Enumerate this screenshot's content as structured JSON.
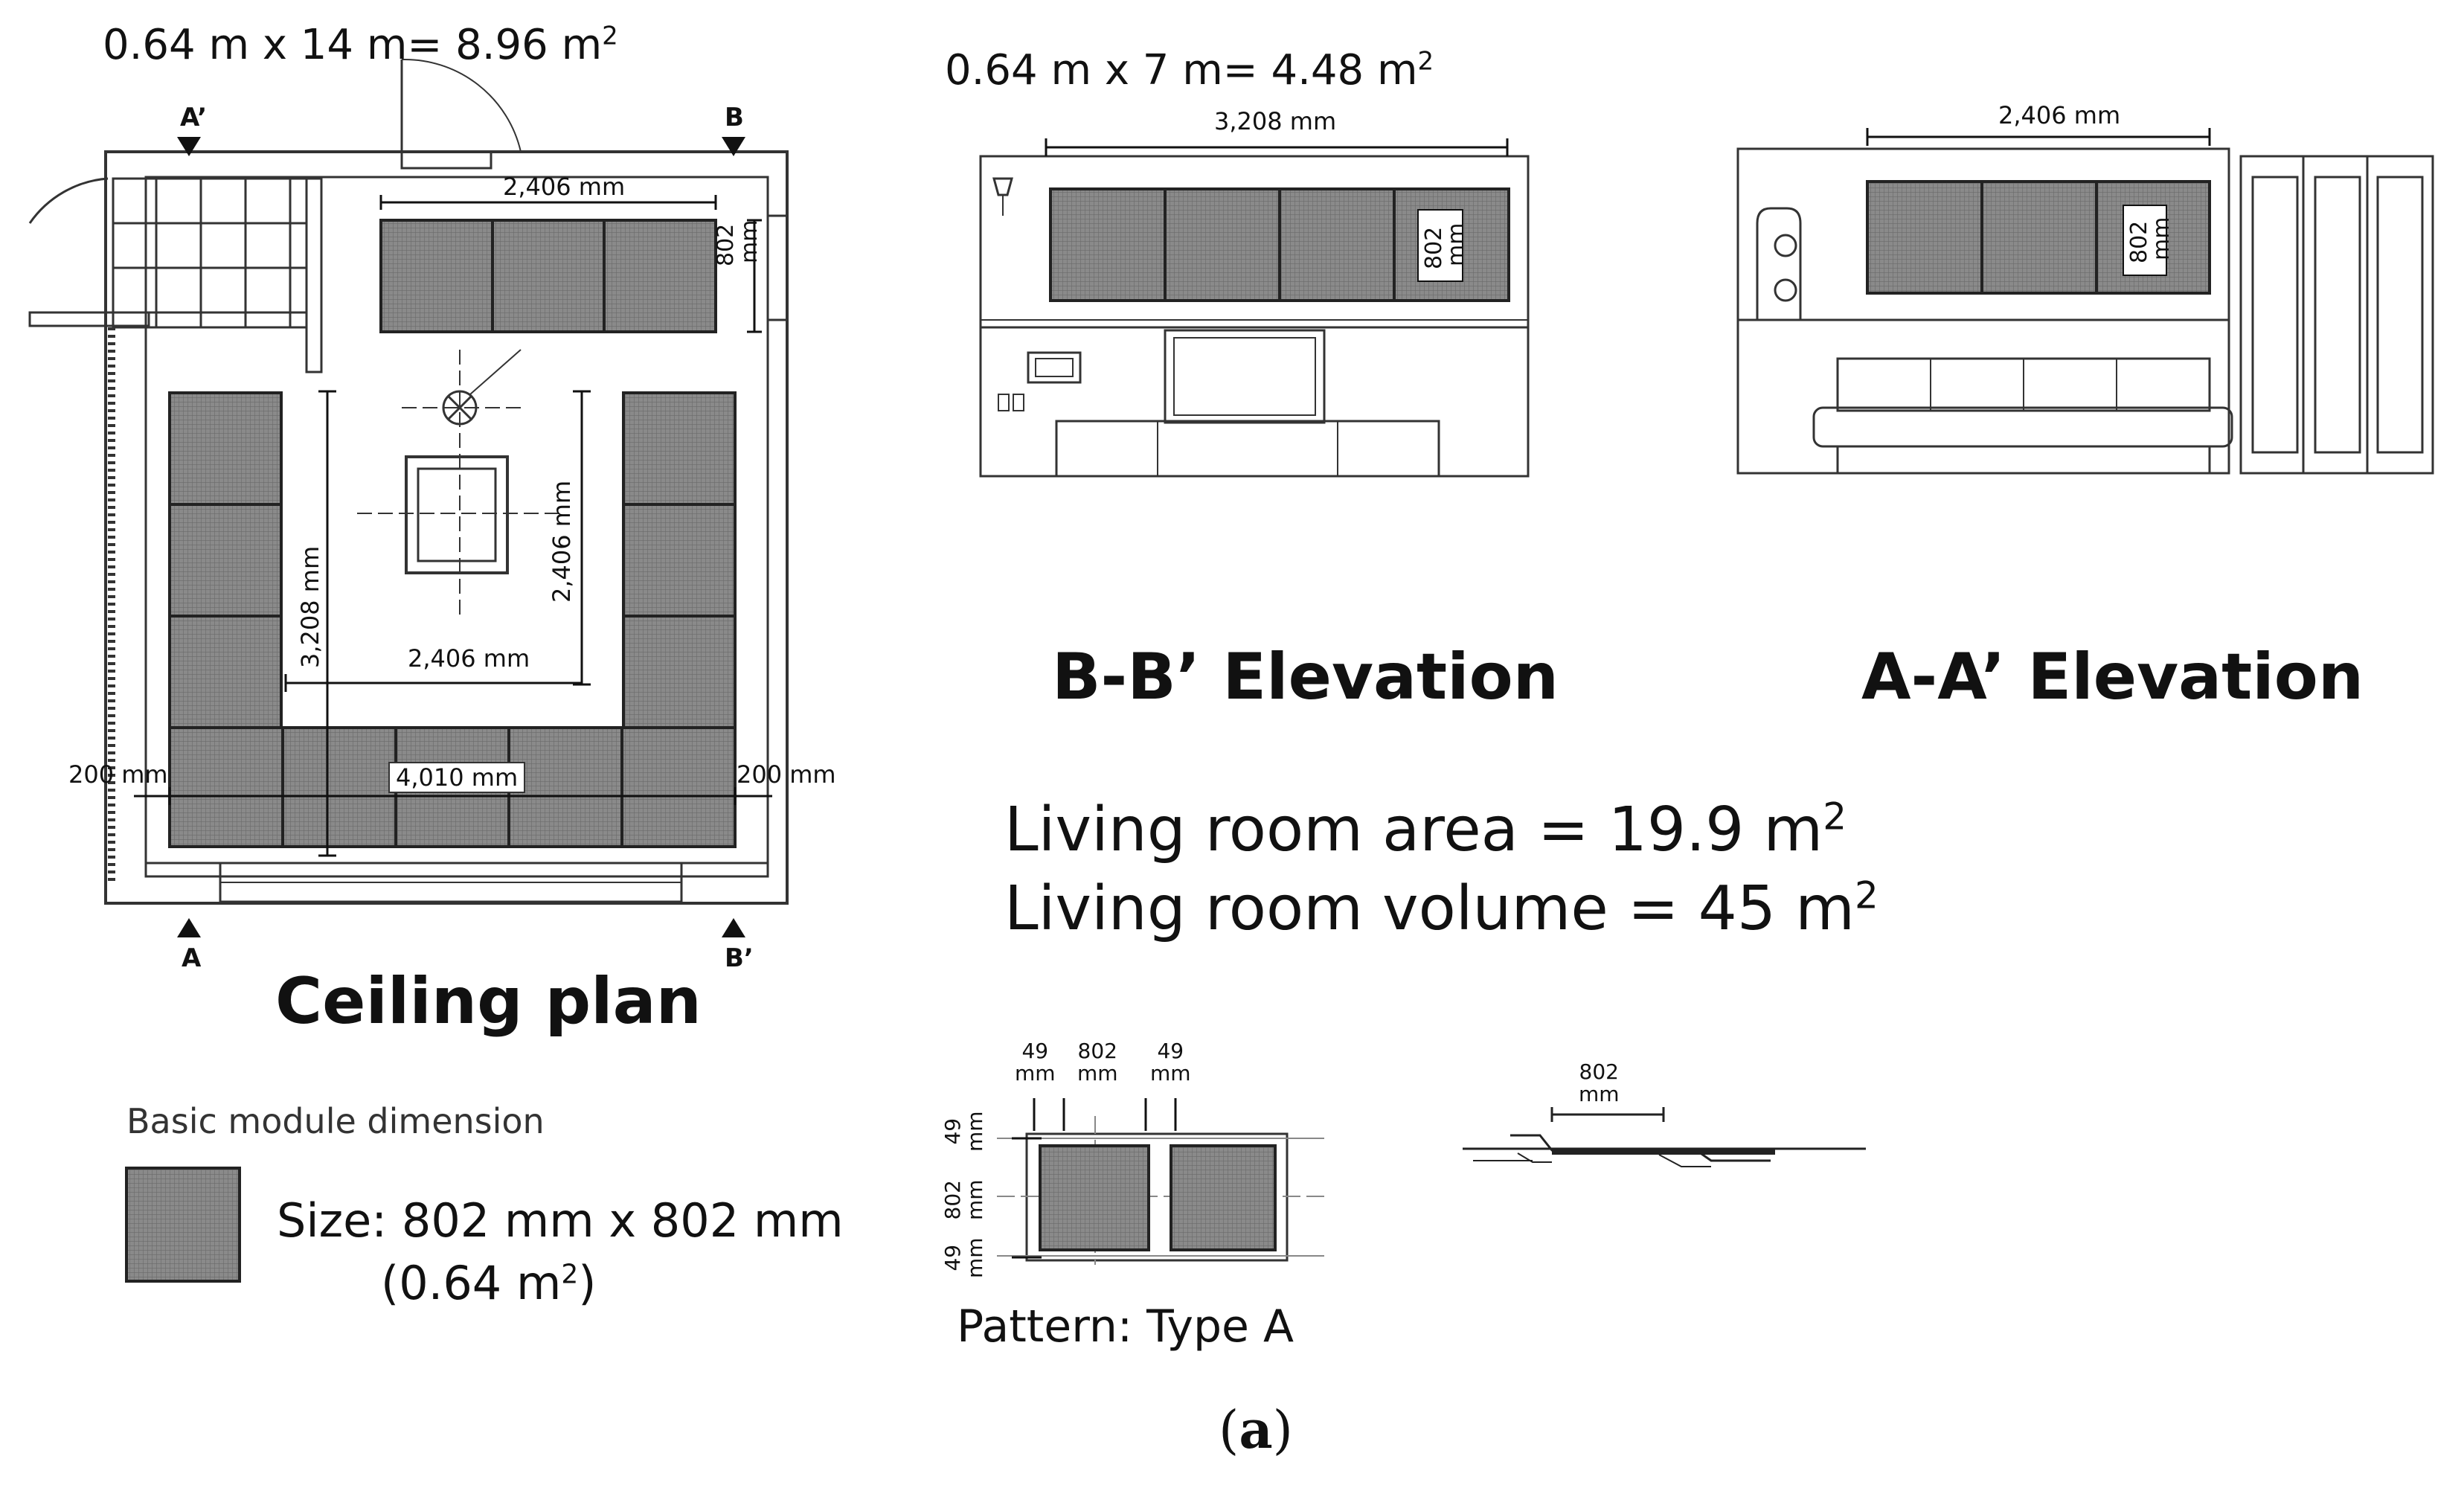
{
  "formulas": {
    "ceiling_plan": {
      "text": "0.64 m x 14 m= 8.96 m",
      "sup": "2"
    },
    "elevation_bb": {
      "text": "0.64 m x 7 m= 4.48 m",
      "sup": "2"
    }
  },
  "section_markers": {
    "a_prime": "A’",
    "b": "B",
    "a": "A",
    "b_prime": "B’"
  },
  "ceiling_plan": {
    "title": "Ceiling plan",
    "dims": {
      "top_width": "2,406 mm",
      "top_height_num": "802",
      "top_height_unit": "mm",
      "left_vertical": "3,208 mm",
      "right_vertical": "2,406 mm",
      "inner_width": "2,406 mm",
      "bottom_width": "4,010 mm",
      "left_margin": "200 mm",
      "right_margin": "200 mm"
    }
  },
  "elevation_bb": {
    "title": "B-B’ Elevation",
    "width": "3,208 mm",
    "height_num": "802",
    "height_unit": "mm"
  },
  "elevation_aa": {
    "title": "A-A’ Elevation",
    "width": "2,406 mm",
    "height_num": "802",
    "height_unit": "mm"
  },
  "room_stats": {
    "area": {
      "text": "Living room area = 19.9 m",
      "sup": "2"
    },
    "volume": {
      "text": "Living room volume = 45 m",
      "sup": "2"
    }
  },
  "legend": {
    "heading": "Basic module dimension",
    "size_line": "Size: 802 mm x 802 mm",
    "area_open": "(0.64 m",
    "area_sup": "2",
    "area_close": ")"
  },
  "pattern": {
    "caption": "Pattern: Type A",
    "dim_49": "49",
    "dim_802": "802",
    "unit": "mm"
  },
  "section_detail": {
    "dim_802": "802",
    "unit": "mm"
  },
  "figure_label": {
    "open": "(",
    "letter": "a",
    "close": ")"
  },
  "colors": {
    "panel_fill": "#8a8a8a",
    "line": "#222222",
    "grey_line": "#9a9a9a"
  }
}
